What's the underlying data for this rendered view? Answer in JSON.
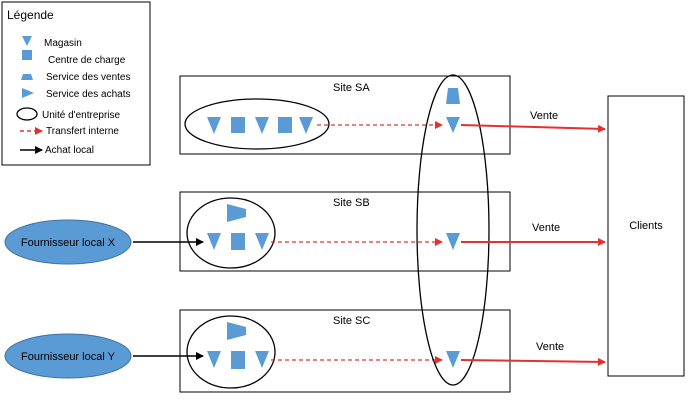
{
  "legend": {
    "title": "Légende",
    "items": {
      "magasin": "Magasin",
      "centre": "Centre de charge",
      "ventes": "Service des ventes",
      "achats": "Service des achats",
      "unite": "Unité d'entreprise",
      "transfert": "Transfert interne",
      "achat_local": "Achat local"
    }
  },
  "sites": {
    "sa": "Site SA",
    "sb": "Site SB",
    "sc": "Site SC"
  },
  "suppliers": {
    "x": "Fournisseur local X",
    "y": "Fournisseur local Y"
  },
  "flows": {
    "vente_a": "Vente",
    "vente_b": "Vente",
    "vente_c": "Vente"
  },
  "clients": "Clients",
  "colors": {
    "shape_fill": "#5b9bd5",
    "supplier_fill": "#5b9bd5",
    "sale_arrow": "#e53030",
    "transfer_arrow": "#e53030",
    "purchase_arrow": "#000000",
    "border": "#000000"
  }
}
